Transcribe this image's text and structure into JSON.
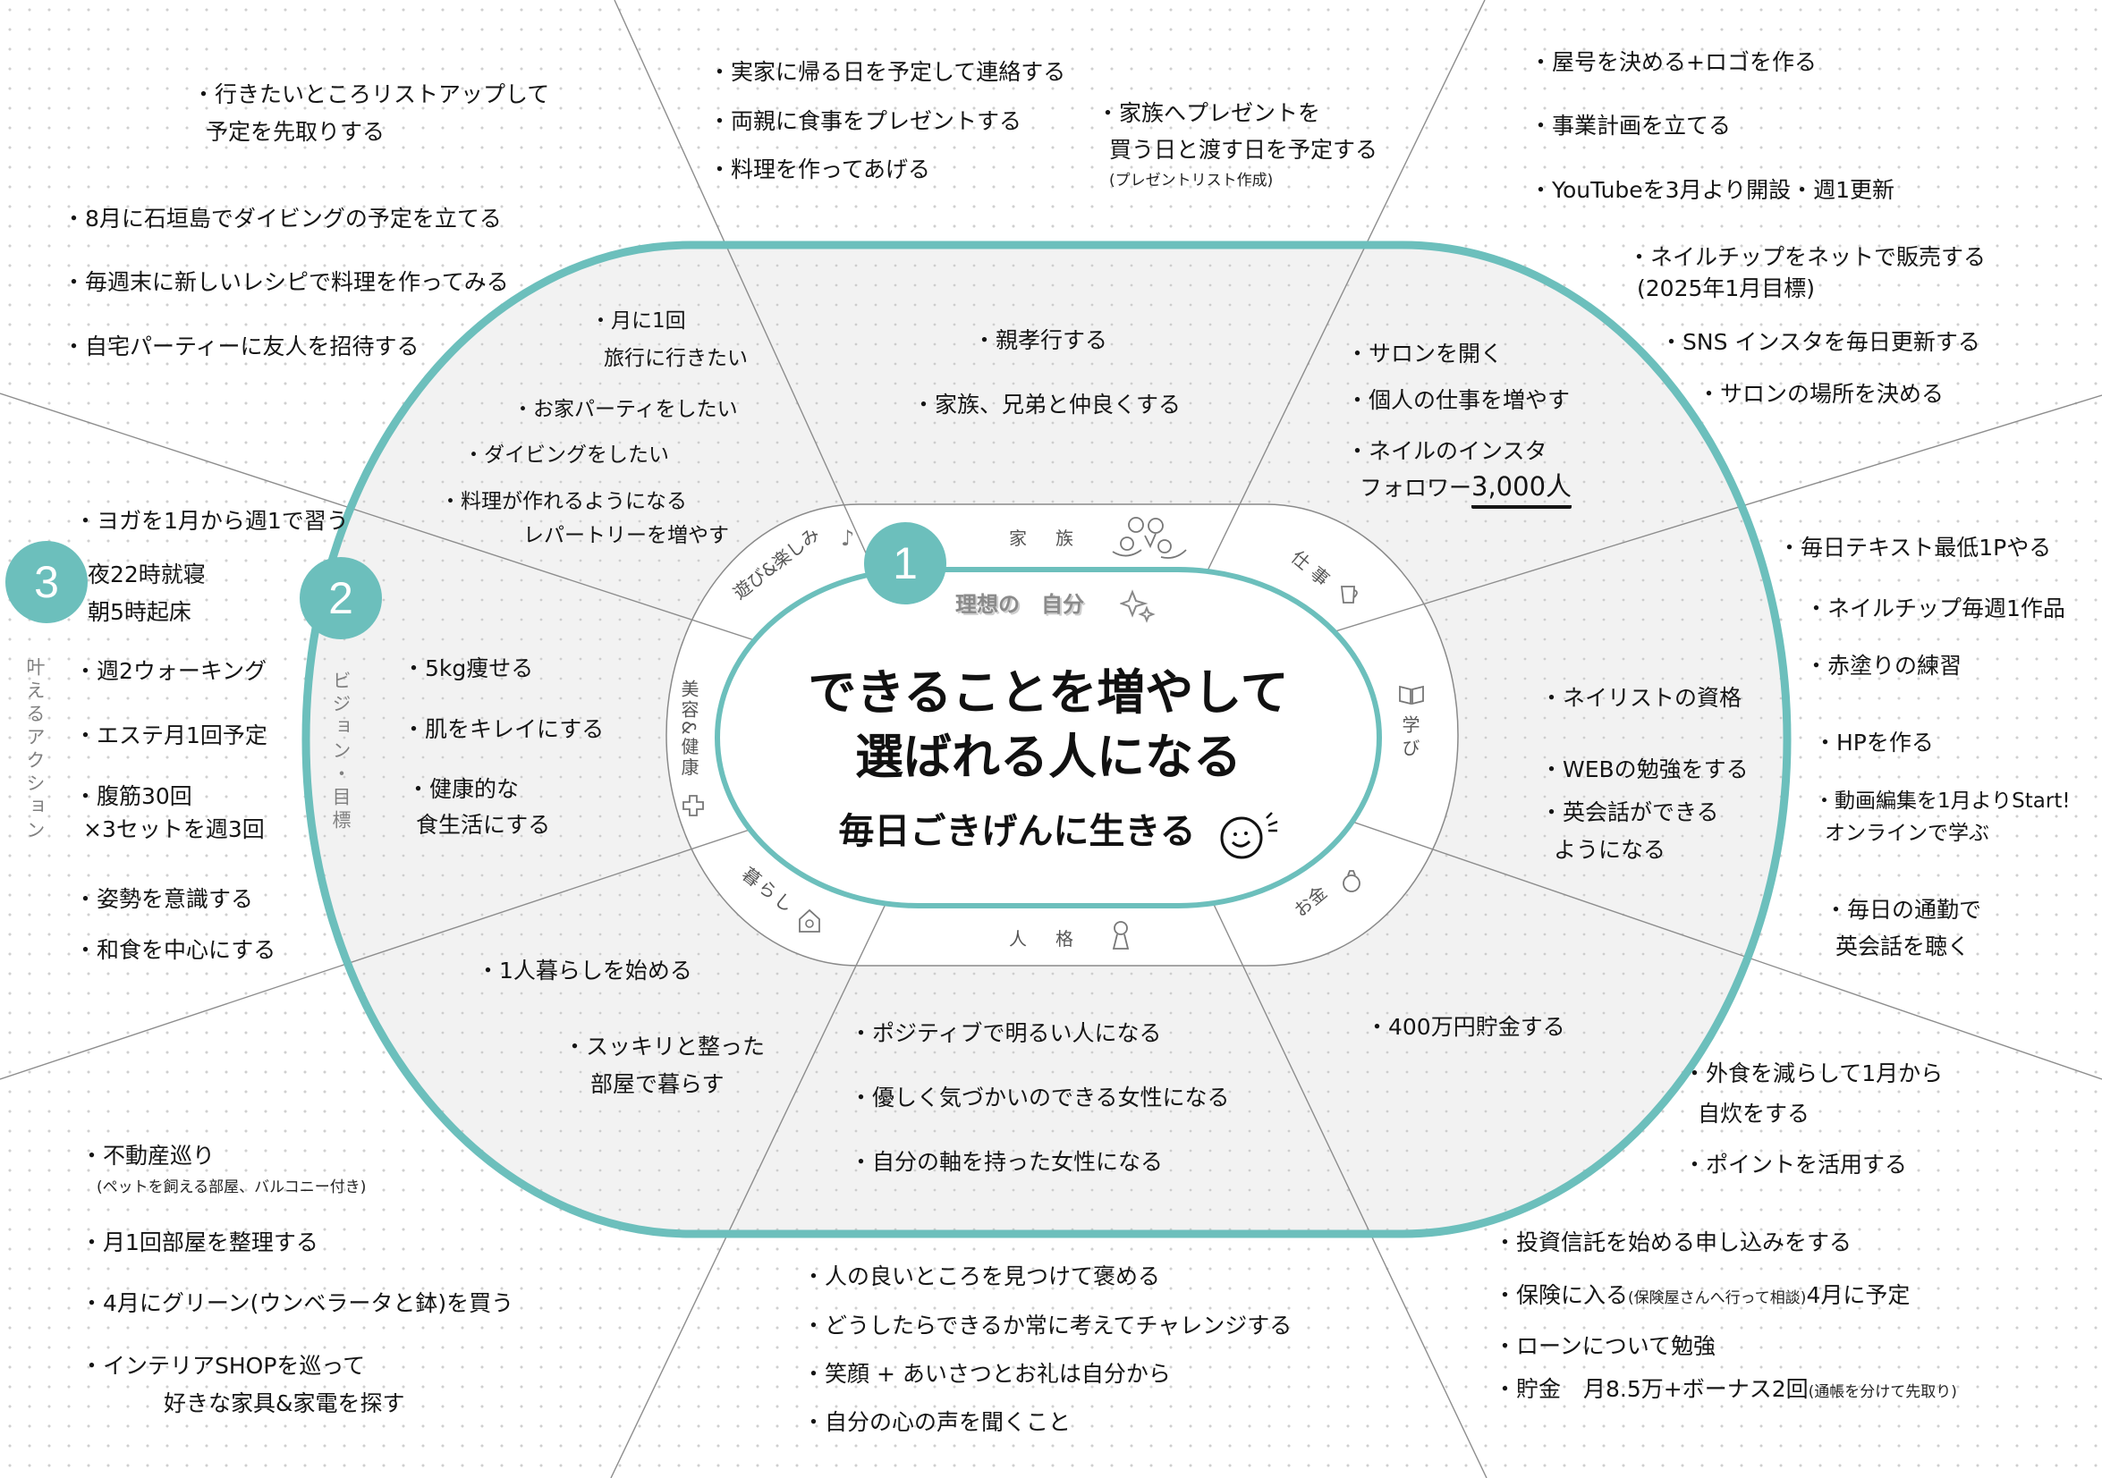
{
  "colors": {
    "accent": "#6cbfbc",
    "outer_fill": "#f2f2f2",
    "text": "#151515",
    "label_gray": "#808080"
  },
  "markers": {
    "one": "1",
    "two": "2",
    "three": "3"
  },
  "ring_labels": {
    "vision": "ビジョン・目標",
    "action": "叶えるアクション"
  },
  "center": {
    "label": "理想の　自分",
    "title_line1": "できることを増やして",
    "title_line2": "選ばれる人になる",
    "subtitle": "毎日ごきげんに生きる",
    "icons": [
      "sparkle-icon",
      "smiley-icon"
    ]
  },
  "categories": {
    "asobi": "遊び&楽しみ",
    "kazoku": "家　族",
    "shigoto": "仕事",
    "manabi": "学び",
    "okane": "お金",
    "jinkaku": "人　格",
    "kurashi": "暮らし",
    "biyou": "美容&健康"
  },
  "category_icons": {
    "asobi": "music-note-icon",
    "kazoku": "family-faces-icon",
    "shigoto": "cup-icon",
    "manabi": "book-icon",
    "okane": "wallet-icon",
    "jinkaku": "person-icon",
    "kurashi": "house-icon",
    "biyou": "plus-icon"
  },
  "asobi": {
    "goals": [
      [
        "・月に1回",
        "旅行に行きたい"
      ],
      [
        "・お家パーティをしたい"
      ],
      [
        "・ダイビングをしたい"
      ],
      [
        "・料理が作れるようになる",
        "レパートリーを増やす"
      ]
    ],
    "actions": [
      [
        "・行きたいところリストアップして",
        "予定を先取りする"
      ],
      [
        "・8月に石垣島でダイビングの予定を立てる"
      ],
      [
        "・毎週末に新しいレシピで料理を作ってみる"
      ],
      [
        "・自宅パーティーに友人を招待する"
      ]
    ]
  },
  "kazoku": {
    "goals": [
      [
        "・親孝行する"
      ],
      [
        "・家族、兄弟と仲良くする"
      ]
    ],
    "actions": [
      [
        "・実家に帰る日を予定して連絡する"
      ],
      [
        "・両親に食事をプレゼントする"
      ],
      [
        "・料理を作ってあげる"
      ],
      [
        "・家族へプレゼントを",
        "買う日と渡す日を予定する",
        "(プレゼントリスト作成)"
      ]
    ]
  },
  "shigoto": {
    "goals": [
      [
        "・サロンを開く"
      ],
      [
        "・個人の仕事を増やす"
      ]
    ],
    "follower_goal": {
      "line1": "・ネイルのインスタ",
      "line2": "フォロワー",
      "emphasis": "3,000人"
    },
    "actions": [
      [
        "・屋号を決める+ロゴを作る"
      ],
      [
        "・事業計画を立てる"
      ],
      [
        "・YouTubeを3月より開設・週1更新"
      ],
      [
        "・ネイルチップをネットで販売する",
        "(2025年1月目標)"
      ],
      [
        "・SNS インスタを毎日更新する"
      ],
      [
        "・サロンの場所を決める"
      ]
    ]
  },
  "manabi": {
    "goals": [
      [
        "・ネイリストの資格"
      ],
      [
        "・WEBの勉強をする"
      ],
      [
        "・英会話ができる",
        "ようになる"
      ]
    ],
    "actions": [
      [
        "・毎日テキスト最低1Pやる"
      ],
      [
        "・ネイルチップ毎週1作品"
      ],
      [
        "・赤塗りの練習"
      ],
      [
        "・HPを作る"
      ],
      [
        "・動画編集を1月よりStart!",
        "オンラインで学ぶ"
      ],
      [
        "・毎日の通勤で",
        "英会話を聴く"
      ]
    ]
  },
  "okane": {
    "goals": [
      [
        "・400万円貯金する"
      ]
    ],
    "actions": [
      [
        "・外食を減らして1月から",
        "自炊をする"
      ],
      [
        "・ポイントを活用する"
      ],
      [
        "・投資信託を始める申し込みをする"
      ],
      [
        "・ローンについて勉強"
      ]
    ],
    "insurance": {
      "main": "・保険に入る",
      "note": "(保険屋さんへ行って相談)",
      "tail": "4月に予定"
    },
    "savings": {
      "main": "・貯金　月8.5万+ボーナス2回",
      "note": "(通帳を分けて先取り)"
    }
  },
  "jinkaku": {
    "goals": [
      [
        "・ポジティブで明るい人になる"
      ],
      [
        "・優しく気づかいのできる女性になる"
      ],
      [
        "・自分の軸を持った女性になる"
      ]
    ],
    "actions": [
      [
        "・人の良いところを見つけて褒める"
      ],
      [
        "・どうしたらできるか常に考えてチャレンジする"
      ],
      [
        "・笑顔 + あいさつとお礼は自分から"
      ],
      [
        "・自分の心の声を聞くこと"
      ]
    ]
  },
  "kurashi": {
    "goals": [
      [
        "・1人暮らしを始める"
      ],
      [
        "・スッキリと整った",
        "部屋で暮らす"
      ]
    ],
    "actions": [
      [
        "・不動産巡り",
        "(ペットを飼える部屋、バルコニー付き)"
      ],
      [
        "・月1回部屋を整理する"
      ],
      [
        "・4月にグリーン(ウンベラータと鉢)を買う"
      ],
      [
        "・インテリアSHOPを巡って",
        "好きな家具&家電を探す"
      ]
    ]
  },
  "biyou": {
    "goals": [
      [
        "・5kg痩せる"
      ],
      [
        "・肌をキレイにする"
      ],
      [
        "・健康的な",
        "食生活にする"
      ]
    ],
    "actions": [
      [
        "・ヨガを1月から週1で習う"
      ],
      [
        "夜22時就寝",
        "朝5時起床"
      ],
      [
        "・週2ウォーキング"
      ],
      [
        "・エステ月1回予定"
      ],
      [
        "・腹筋30回",
        "×3セットを週3回"
      ],
      [
        "・姿勢を意識する"
      ],
      [
        "・和食を中心にする"
      ]
    ]
  }
}
